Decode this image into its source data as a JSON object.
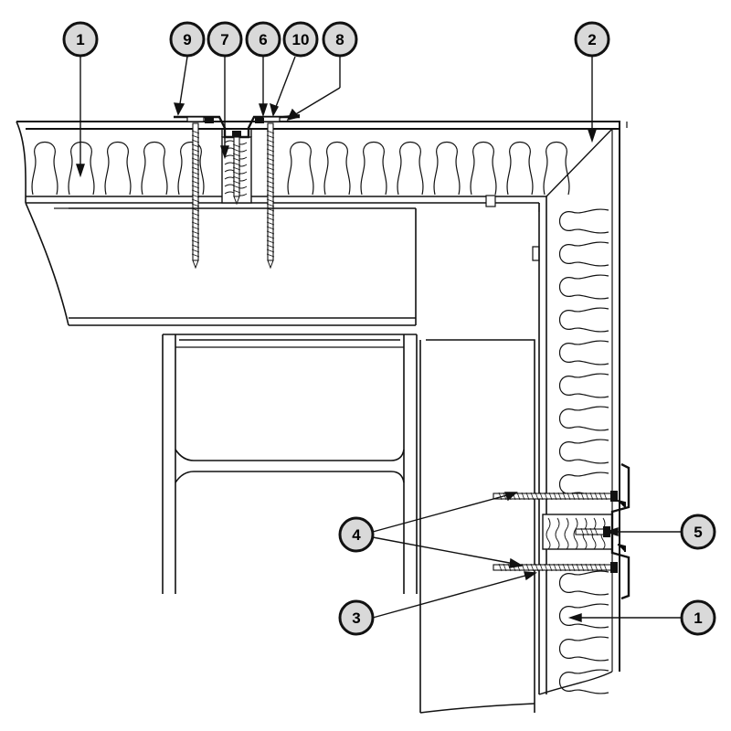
{
  "colors": {
    "line": "#111111",
    "callout_fill": "#d9d9d9",
    "panel_fill": "#ffffff",
    "insulation_fill": "#ececec"
  },
  "callouts": {
    "c1_roof": "1",
    "c1_wall": "1",
    "c2": "2",
    "c3": "3",
    "c4": "4",
    "c5": "5",
    "c6": "6",
    "c7": "7",
    "c8": "8",
    "c9": "9",
    "c10": "10"
  }
}
